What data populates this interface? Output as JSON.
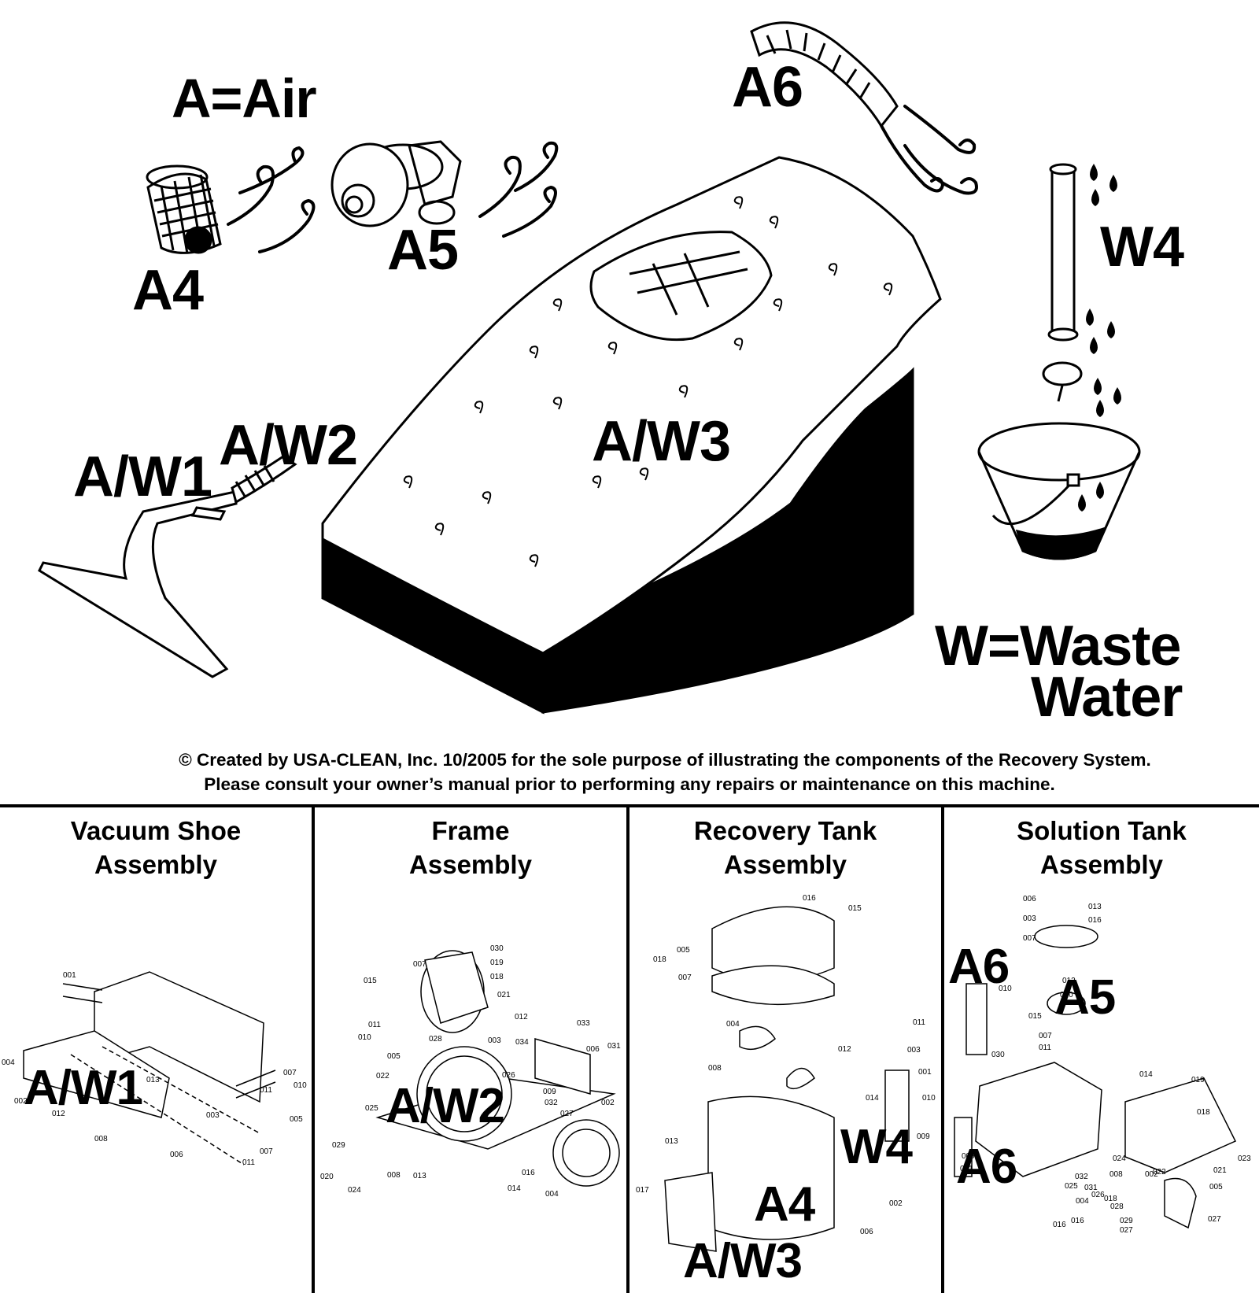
{
  "legend": {
    "air": "A=Air",
    "waste_line1": "W=Waste",
    "waste_line2": "Water"
  },
  "main_labels": {
    "a4": "A4",
    "a5": "A5",
    "a6": "A6",
    "w4": "W4",
    "aw1": "A/W1",
    "aw2": "A/W2",
    "aw3": "A/W3"
  },
  "copyright": {
    "line1": "© Created by USA-CLEAN, Inc. 10/2005 for the sole purpose of illustrating the components of the Recovery System.",
    "line2": "Please consult your owner’s manual prior to performing any repairs or maintenance on this machine."
  },
  "panels": [
    {
      "title_line1": "Vacuum Shoe",
      "title_line2": "Assembly",
      "overlay_labels": [
        "A/W1"
      ],
      "part_numbers": [
        "001",
        "004",
        "002",
        "013",
        "012",
        "008",
        "011",
        "007",
        "010",
        "005",
        "003",
        "011",
        "007",
        "006"
      ]
    },
    {
      "title_line1": "Frame",
      "title_line2": "Assembly",
      "overlay_labels": [
        "A/W2"
      ],
      "part_numbers": [
        "030",
        "019",
        "018",
        "007",
        "015",
        "021",
        "012",
        "011",
        "010",
        "028",
        "003",
        "005",
        "022",
        "033",
        "006",
        "031",
        "034",
        "026",
        "009",
        "032",
        "002",
        "025",
        "027",
        "029",
        "008",
        "013",
        "014",
        "016",
        "020",
        "024",
        "004"
      ]
    },
    {
      "title_line1": "Recovery Tank",
      "title_line2": "Assembly",
      "overlay_labels": [
        "W4",
        "A4",
        "A/W3"
      ],
      "part_numbers": [
        "016",
        "015",
        "005",
        "018",
        "007",
        "004",
        "012",
        "011",
        "003",
        "008",
        "001",
        "014",
        "010",
        "013",
        "009",
        "017",
        "002",
        "006"
      ]
    },
    {
      "title_line1": "Solution Tank",
      "title_line2": "Assembly",
      "overlay_labels": [
        "A6",
        "A5",
        "A6"
      ],
      "part_numbers": [
        "006",
        "013",
        "003",
        "016",
        "007",
        "010",
        "012",
        "020",
        "015",
        "007",
        "011",
        "030",
        "014",
        "019",
        "018",
        "009",
        "001",
        "024",
        "008",
        "002",
        "023",
        "032",
        "031",
        "022",
        "021",
        "005",
        "025",
        "026",
        "018",
        "004",
        "028",
        "016",
        "029",
        "016",
        "027",
        "027"
      ]
    }
  ]
}
